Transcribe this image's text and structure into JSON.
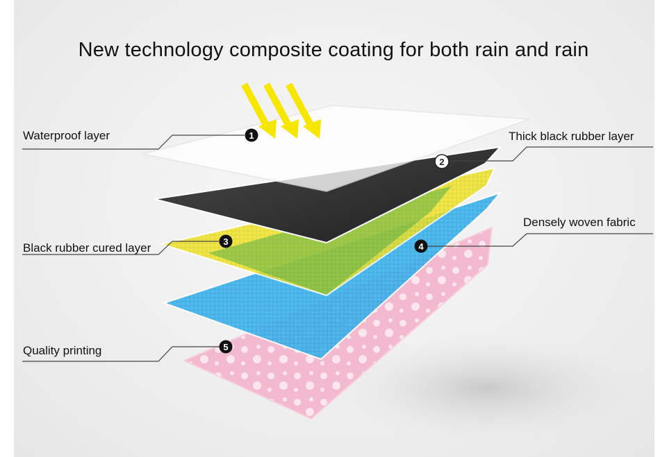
{
  "title": "New technology composite coating for both rain and rain",
  "layers": [
    {
      "number": "1",
      "label": "Waterproof layer"
    },
    {
      "number": "2",
      "label": "Thick black rubber layer"
    },
    {
      "number": "3",
      "label": "Black rubber cured layer"
    },
    {
      "number": "4",
      "label": "Densely woven fabric"
    },
    {
      "number": "5",
      "label": "Quality printing"
    }
  ],
  "colors": {
    "waterproof": "#f4f4f4",
    "rubber": "#2a2a2a",
    "cured": "#f1e52a",
    "fabric": "#3fb6ee",
    "printing": "#f3b9cf",
    "arrows": "#f6e600"
  }
}
